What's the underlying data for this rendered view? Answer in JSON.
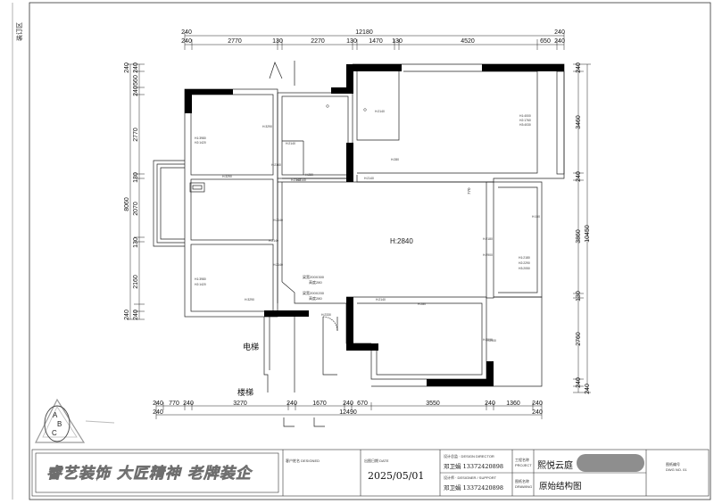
{
  "side_label": "装订区",
  "plan": {
    "main_height_label": "H:2840",
    "elevator_label": "电梯",
    "stair_label": "楼梯",
    "beam_note_1": "梁宽200X300",
    "beam_note_1b": "高度280",
    "beam_note_2": "梁宽200X200",
    "beam_note_2b": "高度280",
    "room_heights": [
      "H1:3980",
      "H2:1420",
      "H:3290",
      "H:2140",
      "H:3290",
      "H:2140",
      "H:2140",
      "H1:3980",
      "H2:1420",
      "H:3290",
      "H:2140",
      "H:2330",
      "H:2140",
      "H:280",
      "H:2140",
      "H:280",
      "H:2140",
      "H1:4000",
      "H2:1760",
      "H3:4030",
      "H:2140",
      "H:2180",
      "H:150",
      "H:2900",
      "H1:2180",
      "H2:2290",
      "H3:2050",
      "H:2900",
      "H:280",
      "H:2140",
      "770",
      "H:2140",
      "H:2900"
    ]
  },
  "dimensions": {
    "top_total": "12180",
    "top_segments_row1": [
      "240",
      "240"
    ],
    "top_segments_row2": [
      "240",
      "2770",
      "130",
      "2270",
      "130",
      "1470",
      "130",
      "4520",
      "650",
      "240"
    ],
    "bottom_total": "12490",
    "bottom_segments_row1": [
      "240",
      "770",
      "240",
      "3270",
      "240",
      "1670",
      "240",
      "670",
      "3550",
      "240",
      "1360",
      "240"
    ],
    "bottom_segments_row2": [
      "240",
      "240"
    ],
    "left_total": "8060",
    "left_segments": [
      "240",
      "240",
      "560",
      "240",
      "2770",
      "130",
      "2070",
      "130",
      "2160",
      "240",
      "240"
    ],
    "right_total": "10450",
    "right_segments": [
      "240",
      "3460",
      "240",
      "3860",
      "130",
      "2760",
      "240",
      "240"
    ]
  },
  "title_block": {
    "logo_text": "睿艺装饰 大匠精神 老牌装企",
    "client_label": "客户姓名 DESIGNED",
    "project_label": "出图日期 DATE",
    "date": "2025/05/01",
    "designer_row1_label": "设计总监 · DESIGN DIRECTOR",
    "designer_name_1": "邓卫娟 13372420898",
    "designer_row2_label": "设计师 · DESIGNER / SUPPORT",
    "designer_name_2": "邓卫娟 13372420898",
    "small_labels": [
      "工程名称",
      "PROJECT",
      "图纸名称",
      "DRAWING"
    ],
    "project_name": "熙悦云庭",
    "drawing_title": "原始结构图",
    "sheet_no_label": "图纸编号",
    "sheet_no_value": "DWG NO. 01"
  },
  "colors": {
    "wall_fill": "#000000",
    "line": "#222222",
    "redaction": "#8e8e8e"
  }
}
